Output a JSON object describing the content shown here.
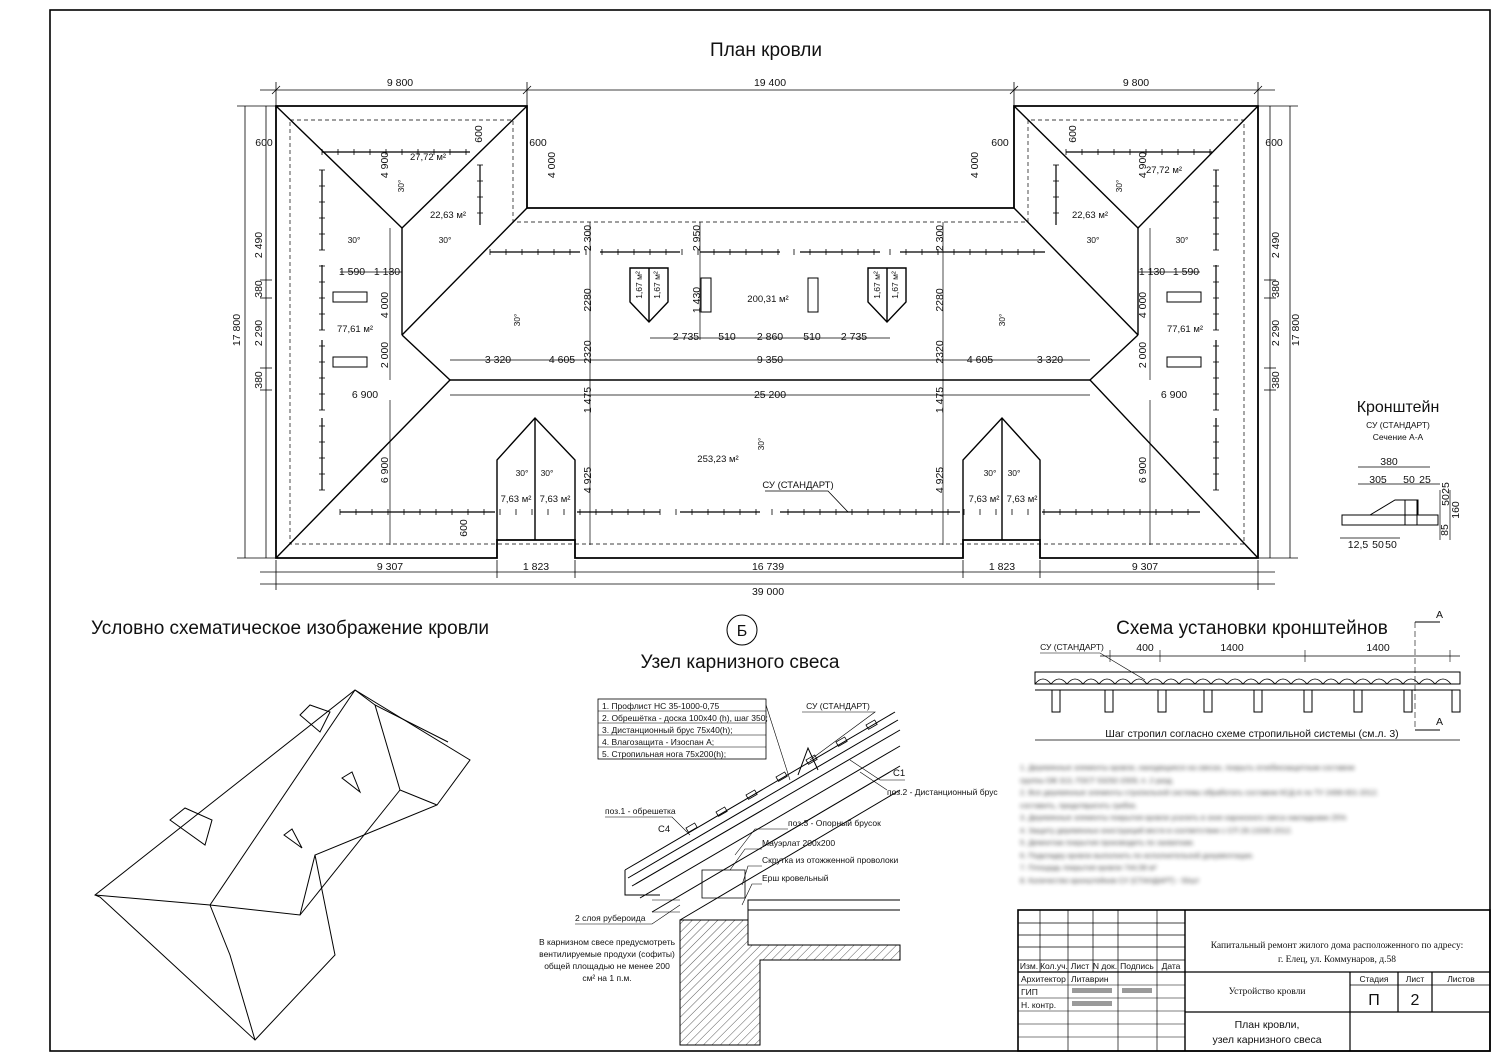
{
  "titles": {
    "roof_plan": "План кровли",
    "schematic": "Условно схематическое изображение кровли",
    "eave_node": "Узел карнизного свеса",
    "node_marker": "Б",
    "bracket": "Кронштейн",
    "bracket_sub1": "СУ (СТАНДАРТ)",
    "bracket_sub2": "Сечение А-А",
    "bracket_scheme": "Схема установки кронштейнов"
  },
  "plan": {
    "top_dims": [
      "9 800",
      "19 400",
      "9 800"
    ],
    "bottom_dims": [
      "9 307",
      "1 823",
      "16 739",
      "1 823",
      "9 307"
    ],
    "total_dim": "39 000",
    "overhang": "600",
    "height_total": "17 800",
    "left_side_dims": [
      "2 490",
      "380",
      "2 290",
      "380"
    ],
    "right_side_dims": [
      "2 490",
      "380",
      "2 290",
      "380"
    ],
    "inner": {
      "d4000": "4 000",
      "d4900": "4 900",
      "d2300": "2 300",
      "d2950": "2 950",
      "d2280": "2280",
      "d1430": "1 430",
      "d2320": "2320",
      "d1475": "1 475",
      "d4925": "4 925",
      "d6900": "6 900",
      "d2000": "2 000",
      "d1590": "1 590",
      "d1130": "1 130",
      "d3320": "3 320",
      "d4605": "4 605",
      "d9350": "9 350",
      "d25200": "25 200",
      "d2735": "2 735",
      "d510": "510",
      "d2860": "2 860"
    },
    "areas": {
      "a2772": "27,72 м²",
      "a2263": "22,63 м²",
      "a7761": "77,61 м²",
      "a20031": "200,31 м²",
      "a25323": "253,23 м²",
      "a763": "7,63 м²",
      "a167": "1,67 м²"
    },
    "slope": "30°",
    "bracket_label": "СУ (СТАНДАРТ)"
  },
  "bracket_section": {
    "dims": [
      "380",
      "305",
      "50",
      "25",
      "50",
      "25",
      "160",
      "85",
      "12,5",
      "50",
      "50"
    ]
  },
  "bracket_scheme": {
    "label": "СУ (СТАНДАРТ)",
    "spacing": [
      "400",
      "1400",
      "1400"
    ],
    "section_mark": "А",
    "note": "Шаг стропил согласно схеме стропильной системы (см.л. 3)"
  },
  "eave": {
    "layers": [
      "1. Профлист НС 35-1000-0,75",
      "2. Обрешётка - доска 100х40 (h), шаг 350;",
      "3. Дистанционный брус 75х40(h);",
      "4. Влагозащита - Изоспан А;",
      "5. Стропильная нога 75х200(h);"
    ],
    "su_label": "СУ (СТАНДАРТ)",
    "c1": "С1",
    "c4": "С4",
    "pos2": "поз.2 - Дистанционный брус",
    "pos1": "поз.1 - обрешетка",
    "pos3": "поз.3 - Опорный брусок",
    "mauerlat": "Мауэрлат 200х200",
    "twist": "Скрутка из отожженной проволоки",
    "ruff": "Ерш кровельный",
    "ruberoid": "2 слоя рубероида",
    "vent_note": [
      "В карнизном свесе предусмотреть",
      "вентилируемые продухи (софиты)",
      "общей площадью не менее 200",
      "см² на 1 п.м."
    ]
  },
  "notes": [
    "1. Деревянные элементы кровли, находящиеся на свесах, покрыть огнебиозащитным составом",
    "     группы ОВ 313, ГОСТ 53292-2009, п. 2 разд.",
    "2. Все деревянные элементы стропильной системы обработать составом КСД-А по ТУ 2499-001-2012.",
    "     составить, предотвратить грибок.",
    "3. Деревянные элементы покрытия кровли усилить в зоне карнизного свеса накладками 25%",
    "4. Защиту деревянных конструкций вести в соответствии с СП 28.13330.2012.",
    "5. Демонтаж покрытия производить по захваткам.",
    "6. Подкладку кровли выполнить по исполнительной документации.",
    "7. Площадь покрытия кровли 744,58 м²",
    "8. Количество кронштейнов СУ (СТАНДАРТ) - 50шт"
  ],
  "stamp": {
    "project_line1": "Капитальный ремонт жилого дома расположенного по адресу:",
    "project_line2": "г. Елец, ул. Коммунаров, д.58",
    "headers": [
      "Изм.",
      "Кол.уч.",
      "Лист",
      "N док.",
      "Подпись",
      "Дата"
    ],
    "roles": [
      "Архитектор",
      "ГИП",
      "Н. контр."
    ],
    "architect_name": "Литаврин",
    "section": "Устройство кровли",
    "stage_h": "Стадия",
    "sheet_h": "Лист",
    "sheets_h": "Листов",
    "stage": "П",
    "sheet": "2",
    "sheet_title1": "План кровли,",
    "sheet_title2": "узел карнизного свеса"
  }
}
